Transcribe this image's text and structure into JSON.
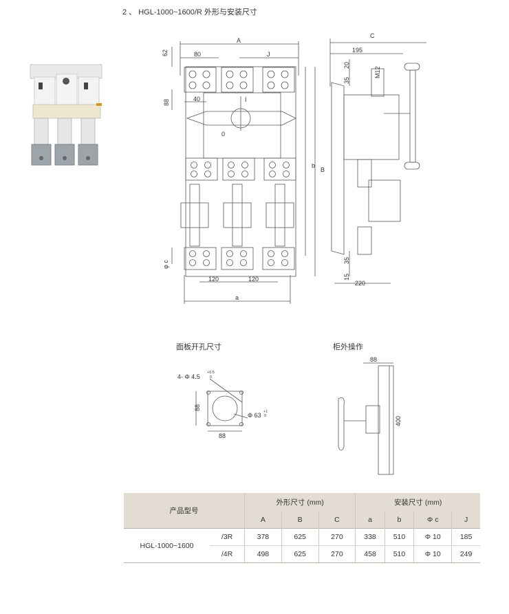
{
  "heading": "2 、 HGL-1000~1600/R 外形与安装尺寸",
  "main_drawing": {
    "dims": {
      "A": "A",
      "C": "C",
      "J": "J",
      "a": "a",
      "b": "b",
      "B": "B",
      "d80": "80",
      "d62": "62",
      "d88": "88",
      "d40": "40",
      "d195": "195",
      "d20": "20",
      "d35a": "35",
      "M12": "M12",
      "phi_c": "φ c",
      "d120a": "120",
      "d120b": "120",
      "d35b": "35",
      "d15": "15",
      "d220": "220",
      "pos_I": "I",
      "pos_0": "0"
    }
  },
  "panel_cutout": {
    "title": "面板开孔尺寸",
    "holes": "4- Φ 4.5",
    "holes_tol_plus": "+0.5",
    "holes_tol_zero": "0",
    "d88v": "88",
    "d88h": "88",
    "center": "Φ 63",
    "center_tol_plus": "+1",
    "center_tol_zero": "0"
  },
  "external_op": {
    "title": "柜外操作",
    "d88": "88",
    "d400": "400"
  },
  "table": {
    "col_model": "产品型号",
    "group_outline": "外形尺寸 (mm)",
    "group_install": "安装尺寸 (mm)",
    "sub_headers": [
      "A",
      "B",
      "C",
      "a",
      "b",
      "Φ c",
      "J"
    ],
    "model": "HGL-1000~1600",
    "rows": [
      {
        "pole": "/3R",
        "values": [
          "378",
          "625",
          "270",
          "338",
          "510",
          "Φ 10",
          "185"
        ]
      },
      {
        "pole": "/4R",
        "values": [
          "498",
          "625",
          "270",
          "458",
          "510",
          "Φ 10",
          "249"
        ]
      }
    ]
  }
}
